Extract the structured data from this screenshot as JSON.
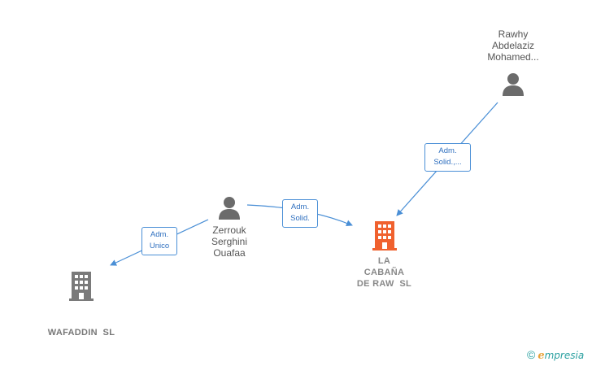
{
  "nodes": {
    "rawhy": {
      "type": "person",
      "label_lines": [
        "Rawhy",
        "Abdelaziz",
        "Mohamed..."
      ]
    },
    "zerrouk": {
      "type": "person",
      "label_lines": [
        "Zerrouk",
        "Serghini",
        "Ouafaa"
      ]
    },
    "la_cabana": {
      "type": "company",
      "label_lines": [
        "LA",
        "CABAÑA",
        "DE RAW  SL"
      ]
    },
    "wafaddin": {
      "type": "company",
      "label_lines": [
        "WAFADDIN  SL"
      ]
    }
  },
  "edges": [
    {
      "from": "rawhy",
      "to": "la_cabana",
      "label_lines": [
        "Adm.",
        "Solid.,..."
      ]
    },
    {
      "from": "zerrouk",
      "to": "la_cabana",
      "label_lines": [
        "Adm.",
        "Solid."
      ]
    },
    {
      "from": "zerrouk",
      "to": "wafaddin",
      "label_lines": [
        "Adm.",
        "Unico"
      ]
    }
  ],
  "colors": {
    "edge": "#4a8fd6",
    "person_icon": "#6b6b6b",
    "company_icon": "#7a7a7a",
    "main_company_icon": "#f0612e"
  },
  "watermark": {
    "copyright": "©",
    "first_letter": "e",
    "rest": "mpresia"
  }
}
